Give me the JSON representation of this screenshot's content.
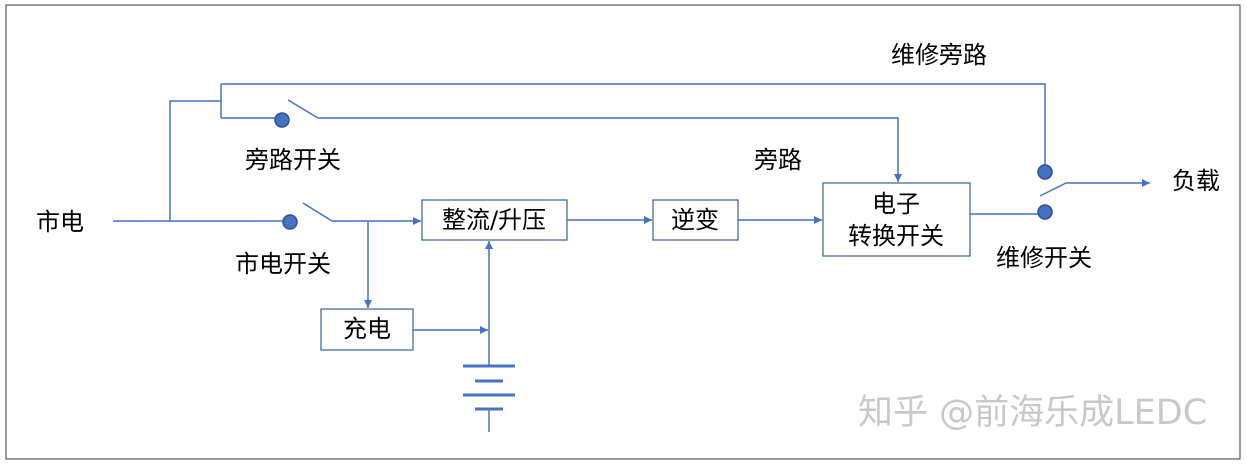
{
  "diagram": {
    "labels": {
      "mains": "市电",
      "bypass_switch": "旁路开关",
      "mains_switch": "市电开关",
      "maintenance_bypass": "维修旁路",
      "bypass": "旁路",
      "load": "负载",
      "maintenance_switch": "维修开关"
    },
    "blocks": {
      "rectifier": "整流/升压",
      "inverter": "逆变",
      "transfer_switch_line1": "电子",
      "transfer_switch_line2": "转换开关",
      "charger": "充电"
    },
    "watermark": "知乎 @前海乐成LEDC"
  },
  "colors": {
    "line": "#4472C4",
    "node": "#4472C4",
    "node_outline": "#2F528F",
    "box_border": "#41719C",
    "text": "#000000",
    "frame": "#3a3a3a",
    "watermark": "#c9c9c9"
  }
}
